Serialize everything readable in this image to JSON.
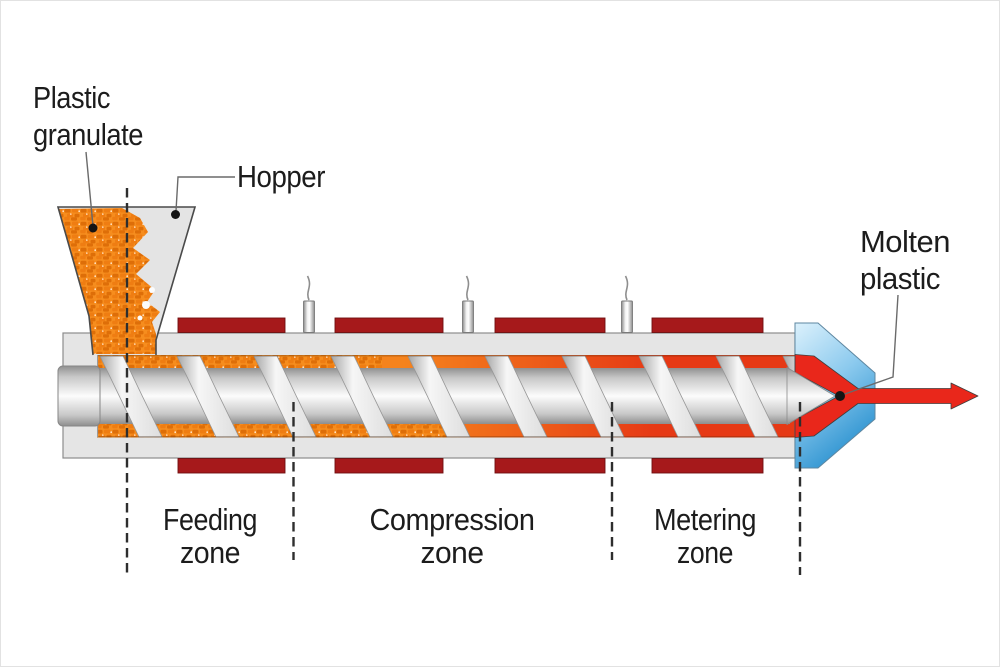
{
  "labels": {
    "plastic_granulate_line1": "Plastic",
    "plastic_granulate_line2": "granulate",
    "hopper": "Hopper",
    "molten_plastic_line1": "Molten",
    "molten_plastic_line2": "plastic",
    "feeding_zone_line1": "Feeding",
    "feeding_zone_line2": "zone",
    "compression_zone_line1": "Compression",
    "compression_zone_line2": "zone",
    "metering_zone_line1": "Metering",
    "metering_zone_line2": "zone"
  },
  "colors": {
    "granulate_base": "#F68D1E",
    "granulate_pellet_dark": "#DE6E08",
    "granulate_pellet_mid": "#EF7D12",
    "melt_orange": "#F5831D",
    "melt_red": "#E63915",
    "arrow_red": "#E9271B",
    "heater_red": "#A6191B",
    "heater_border": "#6F0F10",
    "die_blue_light": "#DCF1FC",
    "die_blue_mid": "#8CCAEE",
    "die_blue_dark": "#2F94D1",
    "text": "#1C1C1C",
    "leader_line": "#6A6A6A",
    "divider": "#2E2E2E"
  }
}
